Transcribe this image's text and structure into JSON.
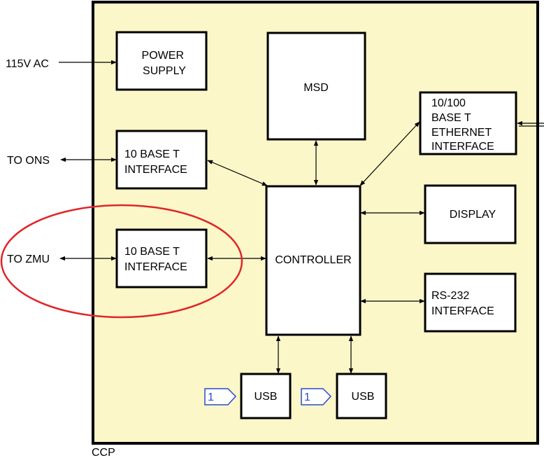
{
  "colors": {
    "enclosure_fill": "#fcf7c8",
    "highlight_ellipse": "#e0262a",
    "connector_tag": "#2a4ad0"
  },
  "diagram": {
    "enclosure_label": "CCP",
    "blocks": {
      "power_supply": [
        "POWER",
        "SUPPLY"
      ],
      "msd": "MSD",
      "ethernet_100": [
        "10/100",
        "BASE T",
        "ETHERNET",
        "INTERFACE"
      ],
      "iface_ons": [
        "10 BASE T",
        "INTERFACE"
      ],
      "iface_zmu": [
        "10 BASE T",
        "INTERFACE"
      ],
      "controller": "CONTROLLER",
      "display": "DISPLAY",
      "rs232": [
        "RS-232",
        "INTERFACE"
      ],
      "usb_1": "USB",
      "usb_2": "USB"
    },
    "external": {
      "ac_input": "115V AC",
      "to_ons": "TO ONS",
      "to_zmu": "TO ZMU"
    },
    "connector_tags": [
      "1",
      "1"
    ]
  }
}
